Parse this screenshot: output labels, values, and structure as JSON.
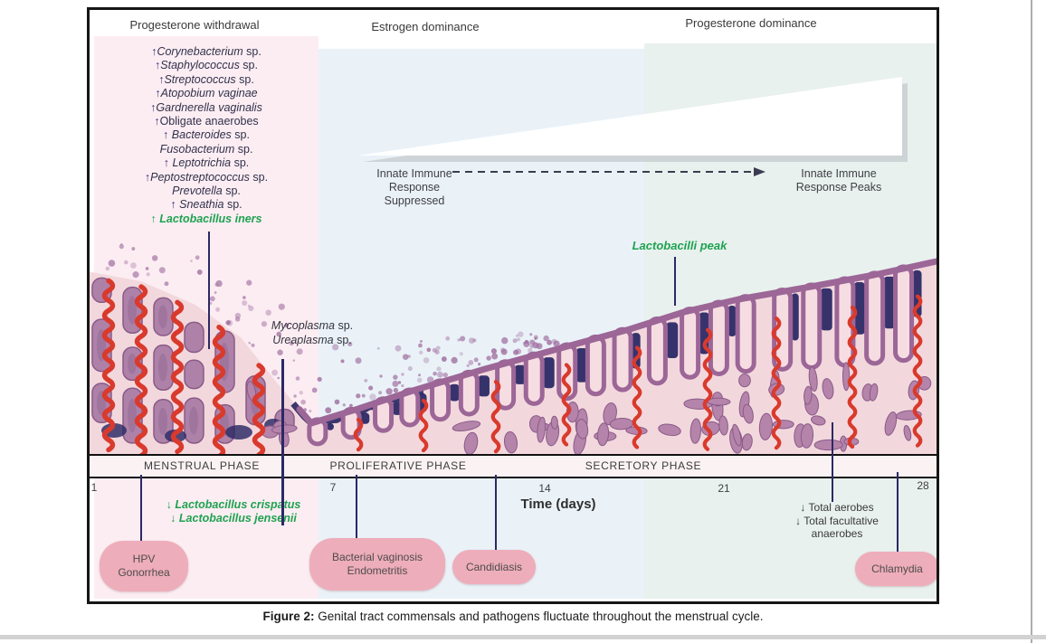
{
  "headers": {
    "left": "Progesterone withdrawal",
    "middle": "Estrogen dominance",
    "right": "Progesterone dominance"
  },
  "bacteria": [
    {
      "arrow": "↑",
      "it": "Corynebacterium",
      "ro": " sp."
    },
    {
      "arrow": "↑",
      "it": "Staphylococcus",
      "ro": " sp."
    },
    {
      "arrow": "↑",
      "it": "Streptococcus",
      "ro": " sp."
    },
    {
      "arrow": "↑",
      "it": "Atopobium vaginae",
      "ro": ""
    },
    {
      "arrow": "↑",
      "it": "Gardnerella vaginalis",
      "ro": ""
    },
    {
      "arrow": "↑",
      "it": "",
      "ro": "Obligate anaerobes"
    },
    {
      "arrow": "↑ ",
      "it": "Bacteroides",
      "ro": " sp."
    },
    {
      "arrow": "",
      "it": "Fusobacterium",
      "ro": " sp."
    },
    {
      "arrow": "↑ ",
      "it": "Leptotrichia",
      "ro": " sp."
    },
    {
      "arrow": "↑",
      "it": "Peptostreptococcus",
      "ro": " sp."
    },
    {
      "arrow": "",
      "it": "Prevotella",
      "ro": " sp."
    },
    {
      "arrow": "↑ ",
      "it": "Sneathia",
      "ro": " sp."
    }
  ],
  "iners": {
    "arrow": "↑ ",
    "text": "Lactobacillus iners"
  },
  "immune": {
    "left1": "Innate Immune",
    "left2": "Response",
    "left3": "Suppressed",
    "right1": "Innate Immune",
    "right2": "Response Peaks"
  },
  "green_notes": {
    "peak": "Lactobacilli peak",
    "down_arrow": "↓",
    "crispatus": "Lactobacillus crispatus",
    "jensenii": "Lactobacillus jensenii"
  },
  "myco": {
    "l1it": "Mycoplasma",
    "l1ro": " sp.",
    "l2it": "Ureaplasma",
    "l2ro": " sp."
  },
  "phases": {
    "menstrual": "MENSTRUAL PHASE",
    "proliferative": "PROLIFERATIVE PHASE",
    "secretory": "SECRETORY PHASE"
  },
  "timeline": {
    "label": "Time (days)",
    "d1": "1",
    "d7": "7",
    "d14": "14",
    "d21": "21",
    "d28": "28"
  },
  "aerobes": {
    "arrow": "↓",
    "l1": "Total aerobes",
    "l2": "Total facultative",
    "l3": "anaerobes"
  },
  "diseases": {
    "hpv1": "HPV",
    "hpv2": "Gonorrhea",
    "bv1": "Bacterial vaginosis",
    "bv2": "Endometritis",
    "cand": "Candidiasis",
    "chl": "Chlamydia"
  },
  "caption": {
    "prefix": "Figure 2:",
    "text": " Genital tract commensals and pathogens fluctuate throughout the menstrual cycle."
  },
  "colors": {
    "green": "#1ea24f",
    "navy": "#2b2965",
    "red": "#d93a2c",
    "mauve": "#9c6697",
    "stroma": "#f2d8dd",
    "gland_fill": "#f6dde2",
    "blob": "#b584ab",
    "blob_edge": "#8a5a87",
    "column": "#ae82a8",
    "oval": "#eeadba",
    "pink_band": "#fcedf3",
    "blue_band": "#eaf2f8",
    "teal_band": "#e8f1ee",
    "wedge_shadow": "#c7ccce",
    "arrow_gray": "#3c3c50"
  }
}
